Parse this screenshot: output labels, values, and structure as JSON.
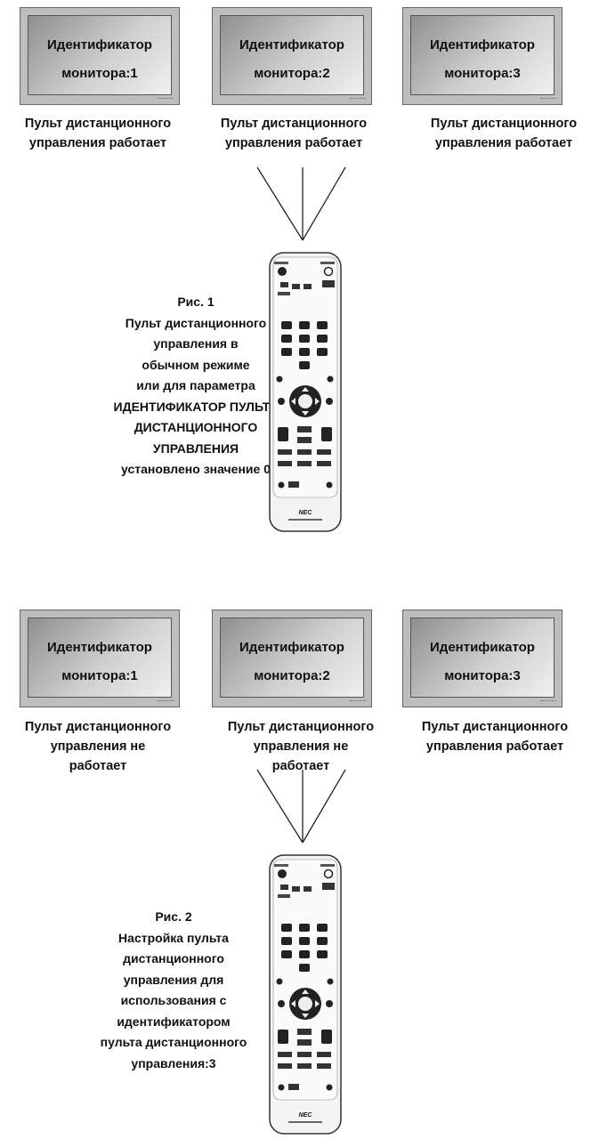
{
  "figure1": {
    "monitors": [
      {
        "line1": "Идентификатор",
        "line2": "монитора:1"
      },
      {
        "line1": "Идентификатор",
        "line2": "монитора:2"
      },
      {
        "line1": "Идентификатор",
        "line2": "монитора:3"
      }
    ],
    "captions": [
      [
        "Пульт дистанционного",
        "управления работает"
      ],
      [
        "Пульт дистанционного",
        "управления работает"
      ],
      [
        "Пульт дистанционного",
        "управления работает"
      ]
    ],
    "description": [
      "Рис. 1",
      "Пульт дистанционного",
      "управления в",
      "обычном режиме",
      "или для параметра",
      "ИДЕНТИФИКАТОР ПУЛЬТА",
      "ДИСТАНЦИОННОГО",
      "УПРАВЛЕНИЯ",
      "установлено значение 0"
    ]
  },
  "figure2": {
    "monitors": [
      {
        "line1": "Идентификатор",
        "line2": "монитора:1"
      },
      {
        "line1": "Идентификатор",
        "line2": "монитора:2"
      },
      {
        "line1": "Идентификатор",
        "line2": "монитора:3"
      }
    ],
    "captions": [
      [
        "Пульт дистанционного",
        "управления не",
        "работает"
      ],
      [
        "Пульт дистанционного",
        "управления не",
        "работает"
      ],
      [
        "Пульт дистанционного",
        "управления работает"
      ]
    ],
    "description": [
      "Рис. 2",
      "Настройка пульта",
      "дистанционного",
      "управления для",
      "использования с",
      "идентификатором",
      "пульта дистанционного",
      "управления:3"
    ]
  },
  "remote": {
    "brand": "NEC"
  }
}
